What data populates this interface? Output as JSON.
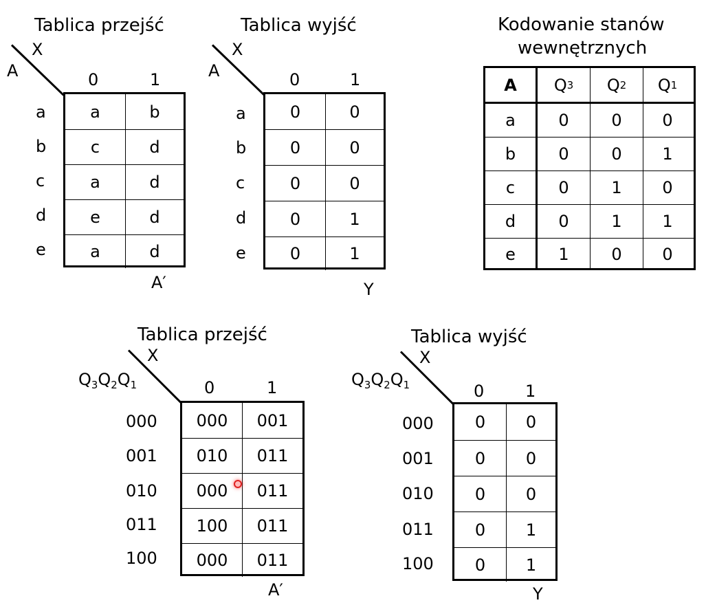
{
  "top_transition": {
    "title": "Tablica przejść",
    "corner_row_label": "A",
    "corner_col_label": "X",
    "col_headers": [
      "0",
      "1"
    ],
    "row_labels": [
      "a",
      "b",
      "c",
      "d",
      "e"
    ],
    "cells": [
      [
        "a",
        "b"
      ],
      [
        "c",
        "d"
      ],
      [
        "a",
        "d"
      ],
      [
        "e",
        "d"
      ],
      [
        "a",
        "d"
      ]
    ],
    "footer": "A′"
  },
  "top_output": {
    "title": "Tablica wyjść",
    "corner_row_label": "A",
    "corner_col_label": "X",
    "col_headers": [
      "0",
      "1"
    ],
    "row_labels": [
      "a",
      "b",
      "c",
      "d",
      "e"
    ],
    "cells": [
      [
        "0",
        "0"
      ],
      [
        "0",
        "0"
      ],
      [
        "0",
        "0"
      ],
      [
        "0",
        "1"
      ],
      [
        "0",
        "1"
      ]
    ],
    "footer": "Y"
  },
  "encoding": {
    "title_line1": "Kodowanie stanów",
    "title_line2": "wewnętrznych",
    "header_state": "A",
    "headers": [
      {
        "base": "Q",
        "sub": "3"
      },
      {
        "base": "Q",
        "sub": "2"
      },
      {
        "base": "Q",
        "sub": "1"
      }
    ],
    "rows": [
      {
        "state": "a",
        "values": [
          "0",
          "0",
          "0"
        ]
      },
      {
        "state": "b",
        "values": [
          "0",
          "0",
          "1"
        ]
      },
      {
        "state": "c",
        "values": [
          "0",
          "1",
          "0"
        ]
      },
      {
        "state": "d",
        "values": [
          "0",
          "1",
          "1"
        ]
      },
      {
        "state": "e",
        "values": [
          "1",
          "0",
          "0"
        ]
      }
    ]
  },
  "bottom_transition": {
    "title": "Tablica przejść",
    "corner_col_label": "X",
    "corner_row_label": {
      "q3": "3",
      "q2": "2",
      "q1": "1",
      "base": "Q"
    },
    "col_headers": [
      "0",
      "1"
    ],
    "row_labels": [
      "000",
      "001",
      "010",
      "011",
      "100"
    ],
    "cells": [
      [
        "000",
        "001"
      ],
      [
        "010",
        "011"
      ],
      [
        "000",
        "011"
      ],
      [
        "100",
        "011"
      ],
      [
        "000",
        "011"
      ]
    ],
    "footer": "A′"
  },
  "bottom_output": {
    "title": "Tablica wyjść",
    "corner_col_label": "X",
    "corner_row_label": {
      "q3": "3",
      "q2": "2",
      "q1": "1",
      "base": "Q"
    },
    "col_headers": [
      "0",
      "1"
    ],
    "row_labels": [
      "000",
      "001",
      "010",
      "011",
      "100"
    ],
    "cells": [
      [
        "0",
        "0"
      ],
      [
        "0",
        "0"
      ],
      [
        "0",
        "0"
      ],
      [
        "0",
        "1"
      ],
      [
        "0",
        "1"
      ]
    ],
    "footer": "Y"
  },
  "cursor": {
    "color": "#e02020"
  }
}
